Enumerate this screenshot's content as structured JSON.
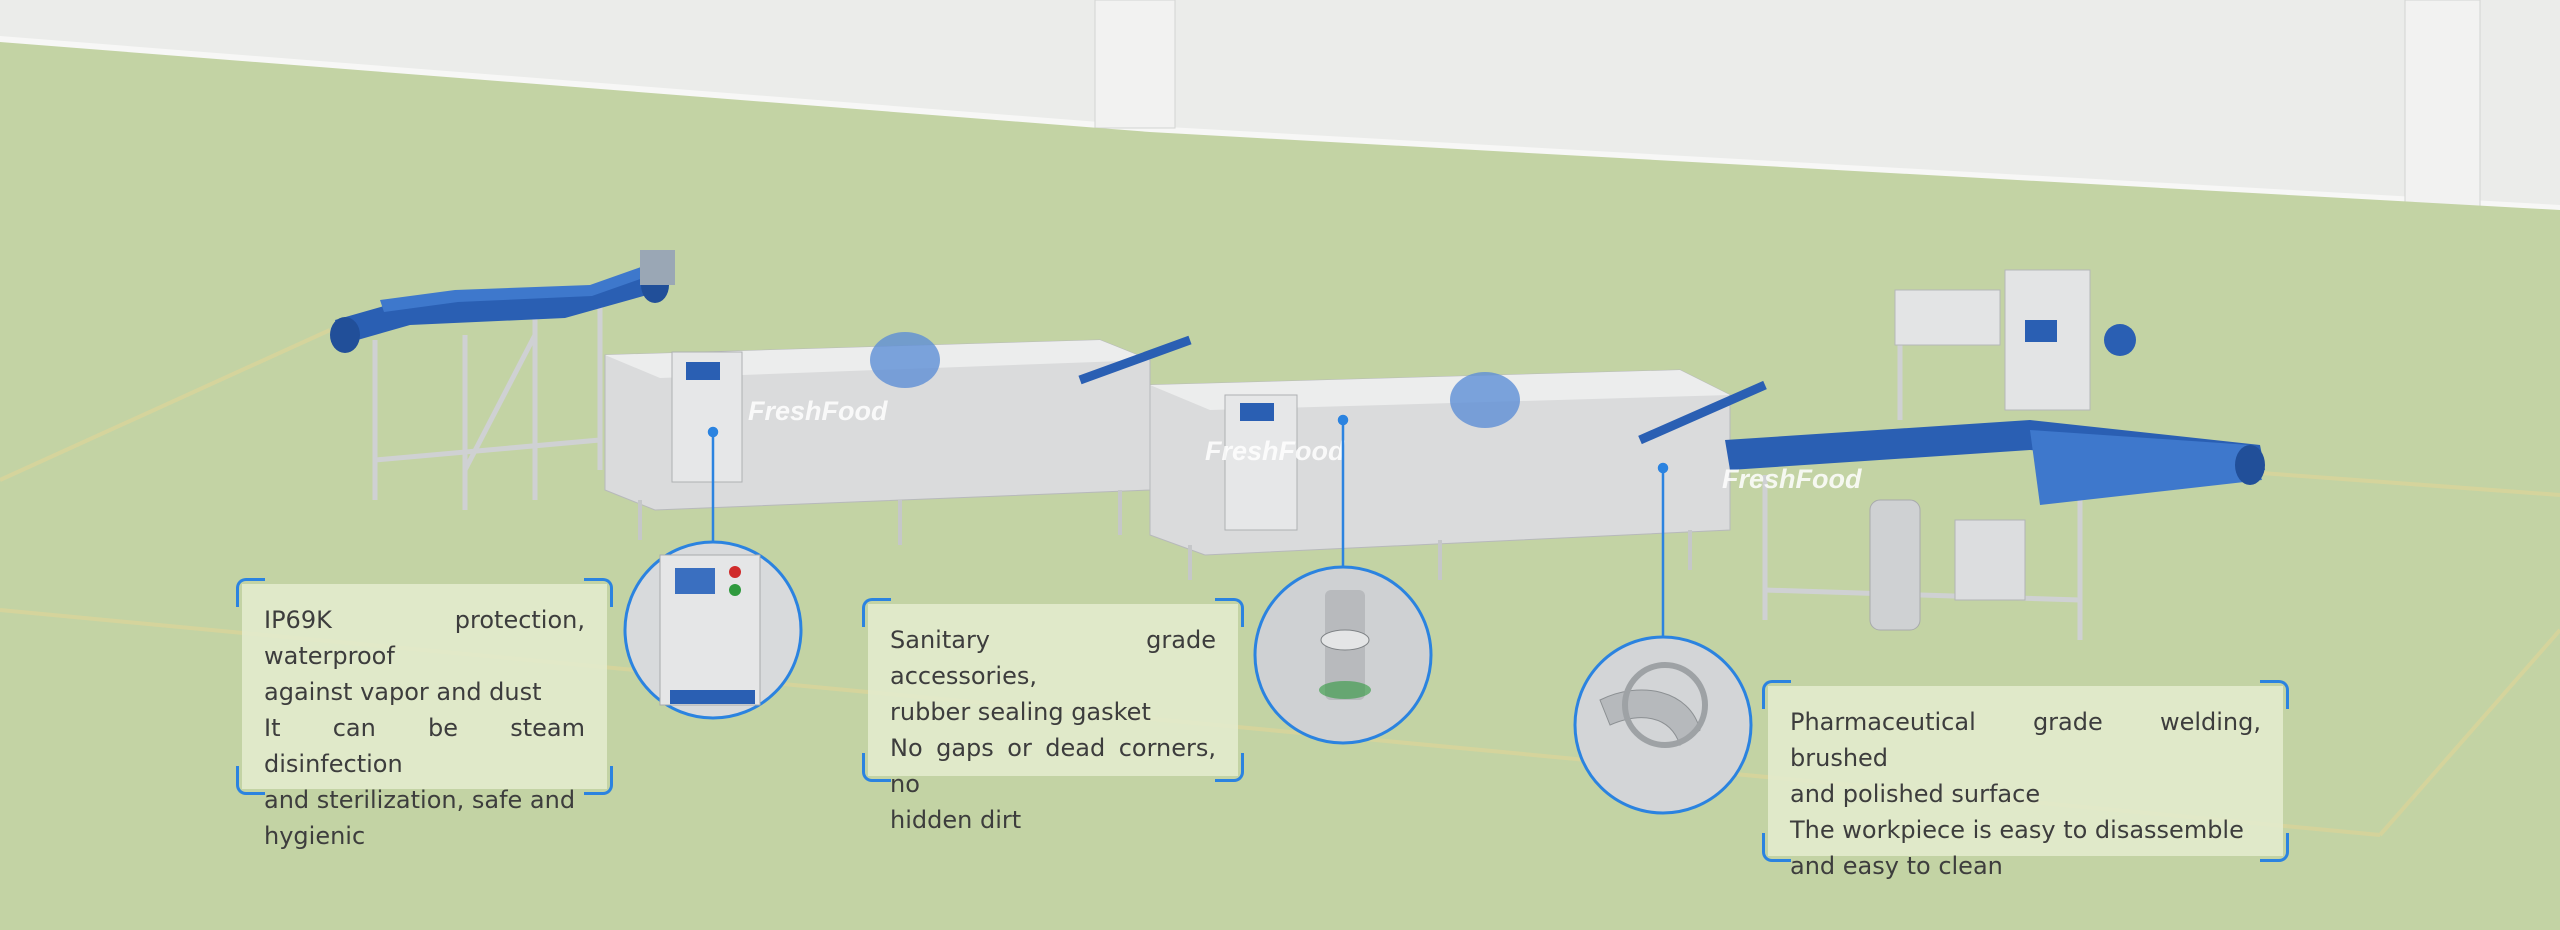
{
  "colors": {
    "floor": "#c3d3a4",
    "wall": "#ebecea",
    "accent_blue": "#2b83e0",
    "conveyor_blue": "#2a5fb3",
    "steel": "#d9dadb",
    "callout_bg": "#e4ecce"
  },
  "watermarks": [
    "FreshFood",
    "FreshFood",
    "FreshFood"
  ],
  "callouts": [
    {
      "lines": [
        "IP69K protection, waterproof",
        "against vapor and dust",
        "It can be steam disinfection",
        "and sterilization, safe and",
        "hygienic"
      ]
    },
    {
      "lines": [
        "Sanitary grade accessories,",
        "rubber sealing gasket",
        "No gaps or dead corners, no",
        "hidden dirt"
      ]
    },
    {
      "lines": [
        "Pharmaceutical grade welding, brushed",
        "and polished surface",
        "The workpiece is easy to disassemble",
        "and easy to clean"
      ]
    }
  ],
  "icons": [
    "control-panel-detail-icon",
    "sealing-gasket-detail-icon",
    "welded-pipe-detail-icon"
  ]
}
